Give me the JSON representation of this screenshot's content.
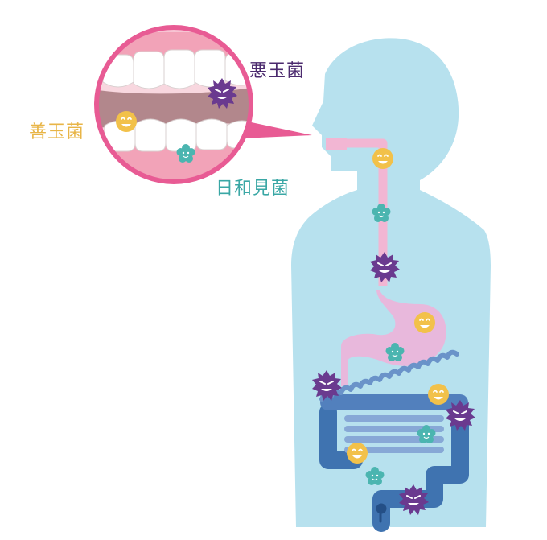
{
  "labels": {
    "bad_bacteria": "悪玉菌",
    "good_bacteria": "善玉菌",
    "opportunistic_bacteria": "日和見菌"
  },
  "colors": {
    "body": "#b7e1ee",
    "digestive_tract": "#f2b6d3",
    "intestine": "#3f73b0",
    "magnifier_ring": "#e85b94",
    "bad_bacteria": "#6a3a8f",
    "good_bacteria": "#f2c14a",
    "opportunistic_bacteria": "#4bb5b0",
    "bad_label": "#4b2a6e",
    "good_label": "#e8b547",
    "opportunistic_label": "#3aa7a5"
  }
}
